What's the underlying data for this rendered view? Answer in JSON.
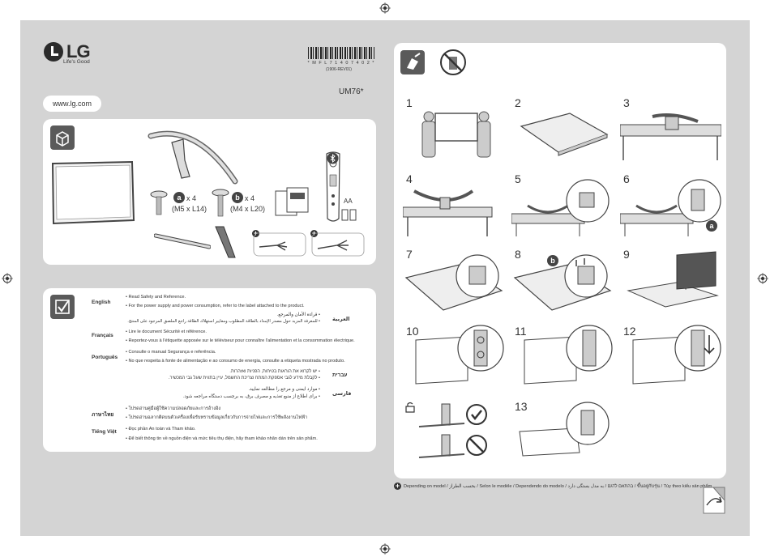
{
  "brand": {
    "logo_text": "LG",
    "tagline": "Life's Good"
  },
  "barcode": {
    "code": "* M F L 7 1 4 0 7 4 0 2 *",
    "date": "(1906-REV01)"
  },
  "model": "UM76*",
  "website": "www.lg.com",
  "components": {
    "screw_a": {
      "badge": "a",
      "count": "x 4",
      "size": "(M5 x L14)"
    },
    "screw_b": {
      "badge": "b",
      "count": "x 4",
      "size": "(M4 x L20)"
    },
    "batteries": "AA"
  },
  "instructions": [
    {
      "lang": "English",
      "lines": [
        "• Read Safety and Reference.",
        "• For the power supply and power consumption, refer to the label attached to the product."
      ]
    },
    {
      "lang": "العربية",
      "lines": [
        "• قراءة الأمان والمرجع.",
        "• للمعرفة المزيد حول مصدر الإمداد بالطاقة المطلوب ومعايير استهلاك الطاقة راجع الملصق المرجود على المنتج."
      ]
    },
    {
      "lang": "Français",
      "lines": [
        "• Lire le document Sécurité et référence.",
        "• Reportez-vous à l'étiquette apposée sur le téléviseur pour connaître l'alimentation et la consommation électrique."
      ]
    },
    {
      "lang": "Português",
      "lines": [
        "• Consulte o manual Segurança e referência.",
        "• No que respeita à fonte de alimentação e ao consumo de energia, consulte a etiqueta mostrada no produto."
      ]
    },
    {
      "lang": "עברית",
      "lines": [
        "• יש לקרוא את הוראות בטיחות, הפניות ואזהרות.",
        "• לקבלת מידע לגבי אספקת המתח וצריכת החשמל, עיין בתווית שעל גבי המכשיר."
      ]
    },
    {
      "lang": "فارسی",
      "lines": [
        "• موارد ایمنی و مرجع را مطالعه نمایید.",
        "• برای اطلاع از منبع تغذیه و مصرف برق، به برچسب دستگاه مراجعه شود."
      ]
    },
    {
      "lang": "ภาษาไทย",
      "lines": [
        "• โปรดอ่านคู่มือผู้ใช้ความปลอดภัยและการอ้างอิง",
        "• โปรดอ่านฉลากติดบนตัวเครื่องเพื่อรับทราบข้อมูลเกี่ยวกับการจ่ายไฟและการใช้พลังงานไฟฟ้า"
      ]
    },
    {
      "lang": "Tiếng Việt",
      "lines": [
        "• Đọc phần An toàn và Tham khảo.",
        "• Để biết thông tin về nguồn điện và mức tiêu thụ điện, hãy tham khảo nhãn dán trên sản phẩm."
      ]
    }
  ],
  "steps": [
    "1",
    "2",
    "3",
    "4",
    "5",
    "6",
    "7",
    "8",
    "9",
    "10",
    "11",
    "12",
    "13"
  ],
  "step_badges": {
    "step6": "a",
    "step8": "b"
  },
  "footer_note": "Depending on model / بحسب الطراز / Selon le modèle / Dependendo do modelo / בהתאם לדגם / به مدل بستگی دارد / ขึ้นอยู่กับรุ่น / Tùy theo kiểu sản phẩm"
}
